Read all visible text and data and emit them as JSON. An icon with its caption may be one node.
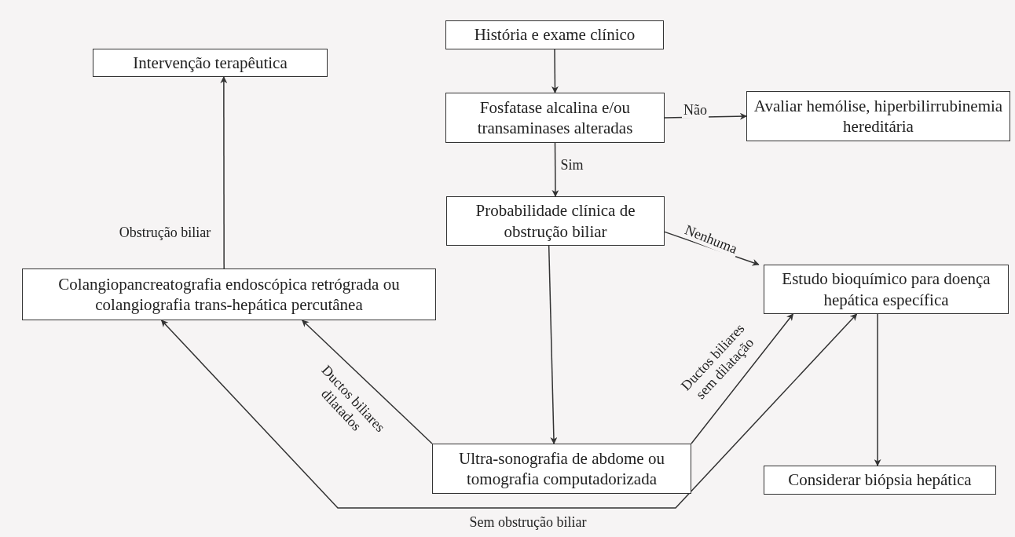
{
  "diagram": {
    "nodes": [
      {
        "text": [
          "História e exame clínico"
        ]
      },
      {
        "text": [
          "Fosfatase alcalina e/ou transaminases alteradas"
        ]
      },
      {
        "text": [
          "Avaliar hemólise, hiperbilirrubinemia hereditária"
        ]
      },
      {
        "text": [
          "Intervenção terapêutica"
        ]
      },
      {
        "text": [
          "Probabilidade clínica de obstrução biliar"
        ]
      },
      {
        "text": [
          "Colangiopancreatografia endoscópica retrógrada ou colangiografia trans-hepática percutânea"
        ]
      },
      {
        "text": [
          "Estudo bioquímico para doença hepática específica"
        ]
      },
      {
        "text": [
          "Ultra-sonografia de abdome ou tomografia computadorizada"
        ]
      },
      {
        "text": [
          "Considerar biópsia hepática"
        ]
      }
    ],
    "edges": [
      {
        "from": 0,
        "to": 1,
        "arrow": "to"
      },
      {
        "from": 1,
        "to": 2,
        "arrow": "to",
        "label": "Não"
      },
      {
        "from": 1,
        "to": 4,
        "arrow": "to",
        "label": "Sim"
      },
      {
        "from": 4,
        "to": 6,
        "arrow": "to",
        "label": "Nenhuma"
      },
      {
        "from": 4,
        "to": 7,
        "arrow": "to"
      },
      {
        "from": 7,
        "to": 5,
        "arrow": "to",
        "label": "Ductos biliares dilatados"
      },
      {
        "from": 7,
        "to": 6,
        "arrow": "to",
        "label": "Ductos biliares sem dilatação"
      },
      {
        "from": 5,
        "to": 3,
        "arrow": "to",
        "label": "Obstrução biliar"
      },
      {
        "from": 5,
        "to": 6,
        "arrow": "both",
        "label": "Sem obstrução biliar"
      },
      {
        "from": 6,
        "to": 8,
        "arrow": "to"
      }
    ]
  }
}
